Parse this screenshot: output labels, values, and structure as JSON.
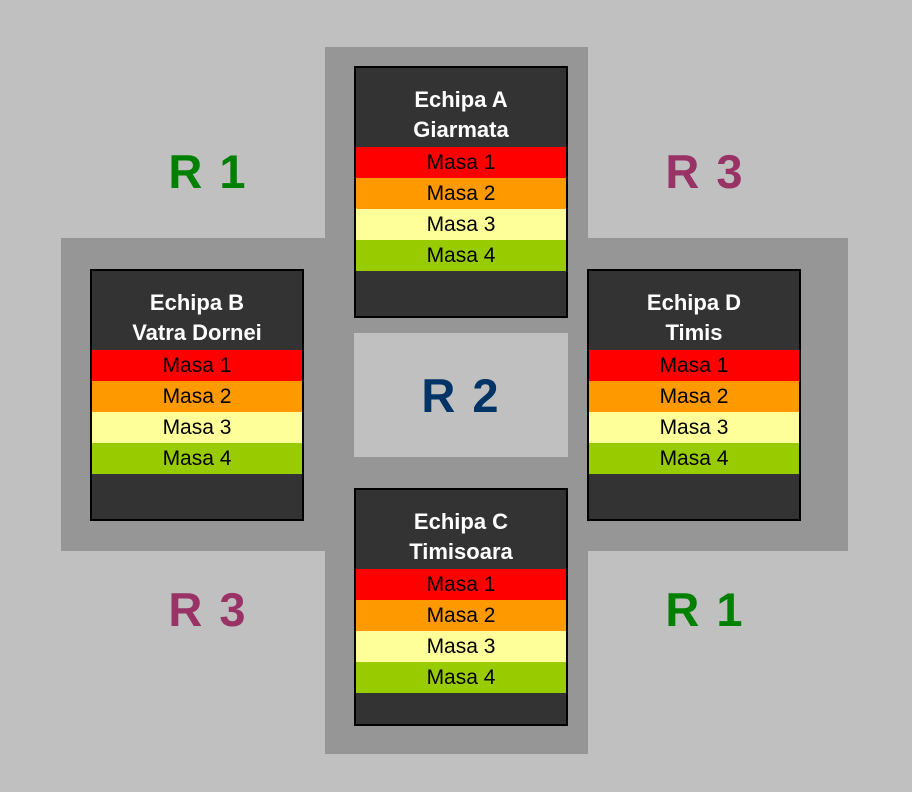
{
  "rounds": {
    "top_left": "R 1",
    "top_right": "R 3",
    "center": "R 2",
    "bottom_left": "R 3",
    "bottom_right": "R 1"
  },
  "round_colors": {
    "R1": "#008000",
    "R2": "#003366",
    "R3": "#993366"
  },
  "table_colors": [
    "#ff0000",
    "#ff9900",
    "#ffff99",
    "#99cc00"
  ],
  "teams": {
    "a": {
      "title": "Echipa A",
      "city": "Giarmata",
      "tables": [
        "Masa 1",
        "Masa 2",
        "Masa 3",
        "Masa 4"
      ]
    },
    "b": {
      "title": "Echipa B",
      "city": "Vatra Dornei",
      "tables": [
        "Masa 1",
        "Masa 2",
        "Masa 3",
        "Masa 4"
      ]
    },
    "c": {
      "title": "Echipa C",
      "city": "Timisoara",
      "tables": [
        "Masa 1",
        "Masa 2",
        "Masa 3",
        "Masa 4"
      ]
    },
    "d": {
      "title": "Echipa D",
      "city": "Timis",
      "tables": [
        "Masa 1",
        "Masa 2",
        "Masa 3",
        "Masa 4"
      ]
    }
  }
}
